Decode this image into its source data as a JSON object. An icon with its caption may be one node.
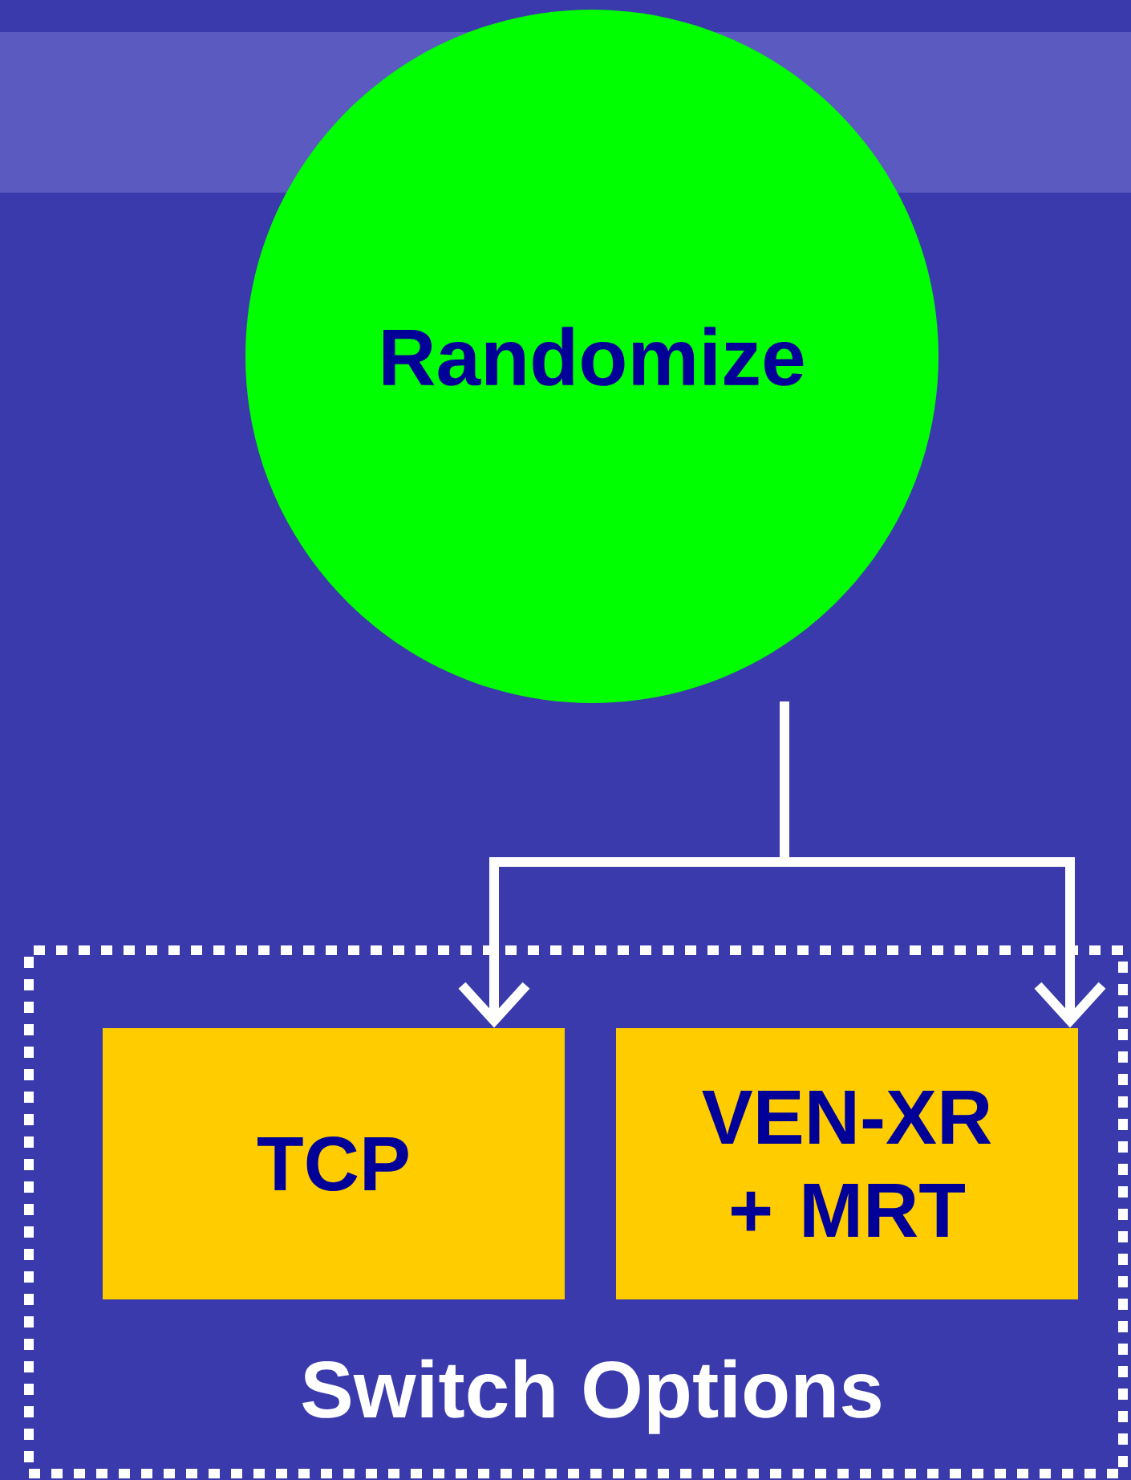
{
  "diagram": {
    "nodes": [
      {
        "text": [
          "Randomize"
        ]
      },
      {
        "text": [
          "Switch Options"
        ]
      },
      {
        "text": [
          "TCP"
        ],
        "in": 1
      },
      {
        "text": [
          "VEN-XR + MRT"
        ],
        "in": 1
      }
    ],
    "edges": [
      {
        "from": 0,
        "to": 2,
        "arrow": "to"
      },
      {
        "from": 0,
        "to": 3,
        "arrow": "to"
      }
    ]
  }
}
